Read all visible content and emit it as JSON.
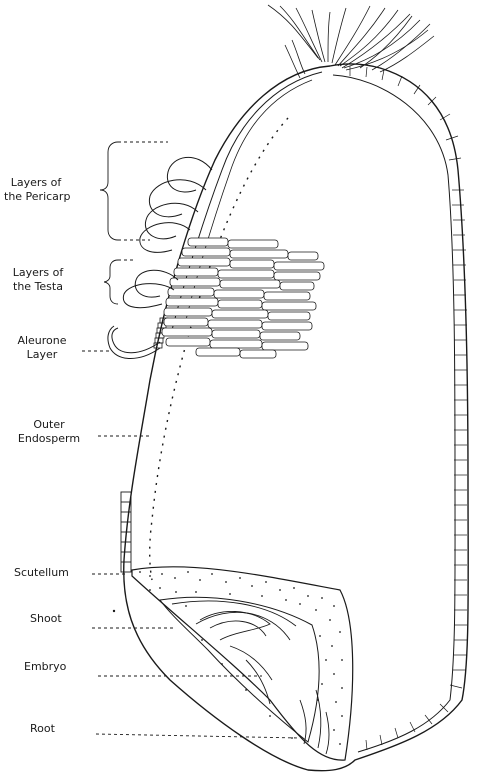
{
  "labels": {
    "pericarp": [
      "Layers of",
      "the Pericarp"
    ],
    "testa": [
      "Layers of",
      "the Testa"
    ],
    "aleurone": [
      "Aleurone",
      "Layer"
    ],
    "outer_endosperm": [
      "Outer",
      "Endosperm"
    ],
    "scutellum": "Scutellum",
    "shoot": "Shoot",
    "embryo": "Embryo",
    "root": "Root"
  },
  "colors": {
    "ink": "#1a1a1a",
    "paper": "#ffffff"
  }
}
